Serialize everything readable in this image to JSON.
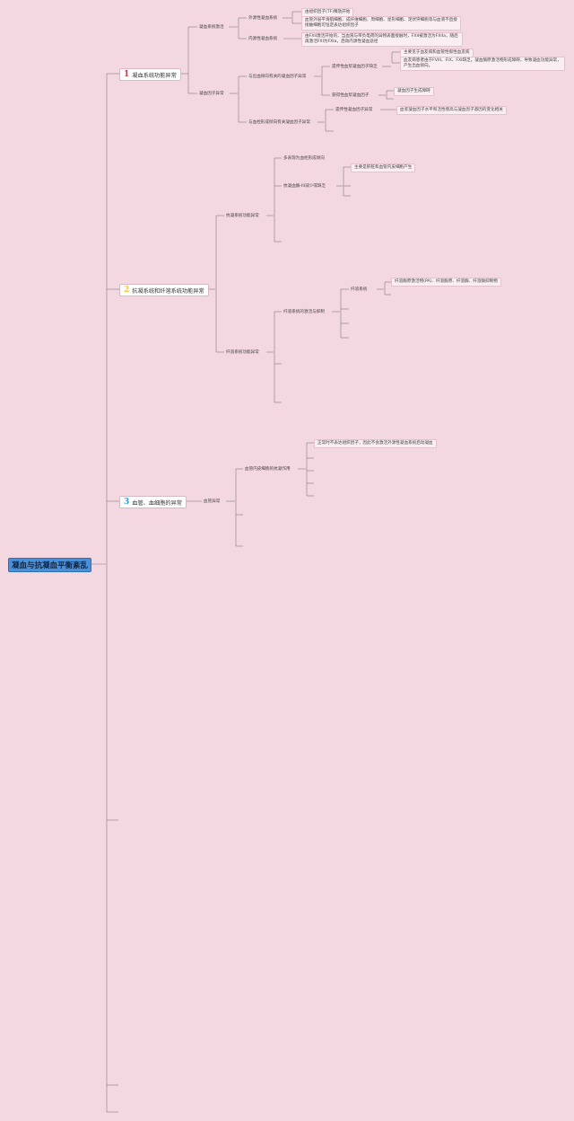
{
  "root": "凝血与抗凝血平衡紊乱",
  "branches": [
    {
      "number": "1",
      "title": "凝血系统功能异常",
      "color": "#e0303a"
    },
    {
      "number": "2",
      "title": "抗凝系统和纤溶系统功能异常",
      "color": "#f2c53d"
    },
    {
      "number": "3",
      "title": "血管、血细胞的异常",
      "color": "#2a9ed8"
    }
  ],
  "b1": {
    "activation": "凝血系统激活",
    "extrinsic": "外源性凝血系统",
    "extrinsic_d1": "由组织因子(TF)释放开始",
    "extrinsic_d2": "血管外层平滑肌细胞、成纤维细胞、周细胞、星形细胞、足状突细胞等与血液不直接接触细胞可恒定表达组织因子",
    "intrinsic": "内源性凝血系统",
    "intrinsic_d1": "由FXII激活开始的，当血液与带负电荷的异物表面接触时，FXII被激活为FXIIa，随后再激活FXI为FXIa，启动内源性凝血途径",
    "factor_abn": "凝血因子异常",
    "bleeding": "与出血倾向有关的凝血因子异常",
    "hereditary_def": "遗传性血浆凝血因子缺乏",
    "hereditary_d1": "主要见于血友病和血管性假性血友病",
    "hereditary_d2": "血友病患者由于FVIII、FIX、FXI缺乏，凝血酶原激活物形成障碍，导致凝血功能异常，产生出血倾向。",
    "acquired_def": "获得性血浆凝血因子",
    "acquired_d1": "凝血因子生成障碍",
    "thrombosis": "与血栓形成倾向有关凝血因子异常",
    "hereditary_abn": "遗传性凝血因子异常",
    "hereditary_abn_d1": "血浆凝血因子水平和活性增高与凝血因子基因的变化相关"
  },
  "b2": {
    "anticoag_abn": "抗凝系统功能异常",
    "anticoag_d1": "多表现为血栓形成倾向",
    "at_def": "抗凝血酶-III减少或缺乏",
    "at_def_d1": "主要是肝脏和血管内皮细胞产生",
    "fibrin_abn": "纤溶系统功能异常",
    "fibrin_act": "纤溶系统的激活与抑制",
    "fibrin_sys": "纤溶系统",
    "fibrin_sys_d1": "纤溶酶原激活物(PA)、纤溶酶原、纤溶酶、纤溶酶抑制物"
  },
  "b3": {
    "vessel_abn": "血管异常",
    "endothelium": "血管内皮细胞的抗凝作用",
    "endothelium_d1": "正常时不表达组织因子，因此不会激活外源性凝血系统启动凝血"
  }
}
